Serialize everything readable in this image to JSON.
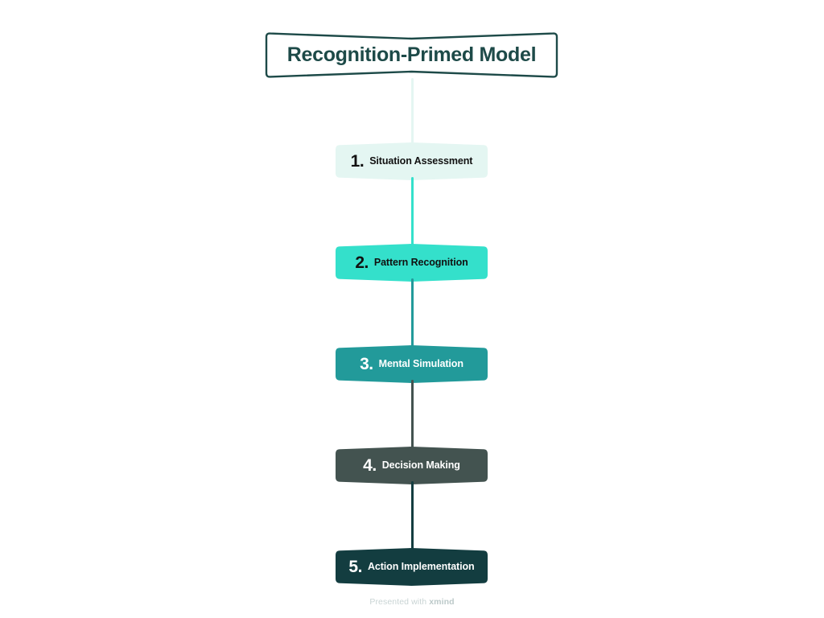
{
  "title": {
    "text": "Recognition-Primed Model",
    "stroke_color": "#1d4a48",
    "fill_color": "#ffffff",
    "text_color": "#1d4a48"
  },
  "nodes": [
    {
      "index": "1.",
      "label": "Situation Assessment",
      "fill": "#e4f6f2",
      "text_color": "#111111"
    },
    {
      "index": "2.",
      "label": "Pattern Recognition",
      "fill": "#34e0cb",
      "text_color": "#111111"
    },
    {
      "index": "3.",
      "label": "Mental Simulation",
      "fill": "#229a9a",
      "text_color": "#ffffff"
    },
    {
      "index": "4.",
      "label": "Decision Making",
      "fill": "#435350",
      "text_color": "#ffffff"
    },
    {
      "index": "5.",
      "label": "Action Implementation",
      "fill": "#133d40",
      "text_color": "#ffffff"
    }
  ],
  "connectors": [
    {
      "from": "title",
      "to": "1",
      "color": "#e4f6f2"
    },
    {
      "from": "1",
      "to": "2",
      "color": "#34e0cb"
    },
    {
      "from": "2",
      "to": "3",
      "color": "#229a9a"
    },
    {
      "from": "3",
      "to": "4",
      "color": "#435350"
    },
    {
      "from": "4",
      "to": "5",
      "color": "#133d40"
    }
  ],
  "footer": {
    "prefix": "Presented with",
    "brand": "xmind"
  }
}
